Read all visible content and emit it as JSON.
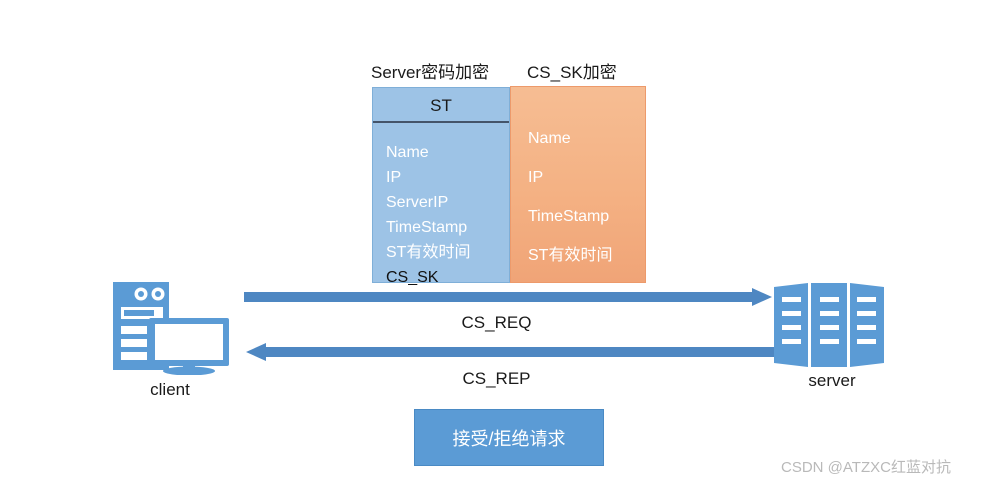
{
  "diagram": {
    "captions": {
      "server_password_encrypted": "Server密码加密",
      "cs_sk_encrypted": "CS_SK加密"
    },
    "st_ticket": {
      "title": "ST",
      "fields": [
        {
          "label": "Name",
          "emphasized": false
        },
        {
          "label": "IP",
          "emphasized": false
        },
        {
          "label": "ServerIP",
          "emphasized": false
        },
        {
          "label": "TimeStamp",
          "emphasized": false
        },
        {
          "label": "ST有效时间",
          "emphasized": false
        },
        {
          "label": "CS_SK",
          "emphasized": true
        }
      ]
    },
    "sk_ticket": {
      "fields": [
        {
          "label": "Name"
        },
        {
          "label": "IP"
        },
        {
          "label": "TimeStamp"
        },
        {
          "label": "ST有效时间"
        }
      ]
    },
    "nodes": {
      "client_label": "client",
      "server_label": "server"
    },
    "messages": [
      {
        "name": "request",
        "label": "CS_REQ",
        "direction": "client-to-server"
      },
      {
        "name": "response",
        "label": "CS_REP",
        "direction": "server-to-client"
      }
    ],
    "decision": {
      "label": "接受/拒绝请求"
    },
    "watermark": "CSDN @ATZXC红蓝对抗",
    "colors": {
      "st_blue": "#9DC3E6",
      "sk_orange": "#F4B183",
      "arrow_blue": "#4E87C2",
      "decision_blue": "#5B9BD5",
      "icon_blue": "#5B9BD5"
    }
  }
}
